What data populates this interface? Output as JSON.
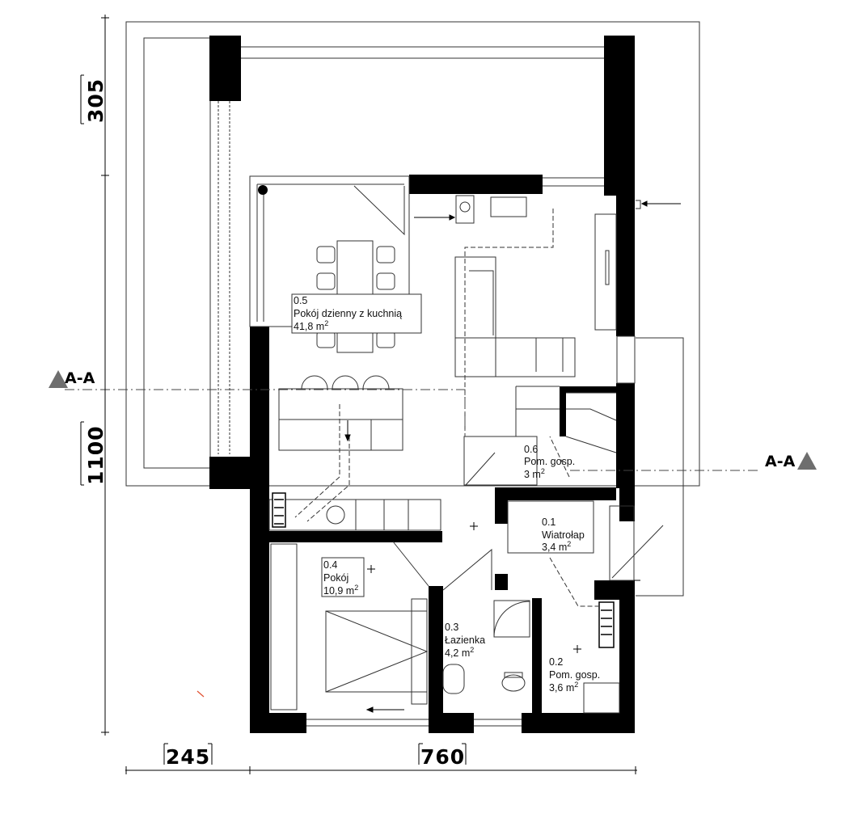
{
  "rooms": [
    {
      "number": "0.5",
      "name": "Pokój dzienny z kuchnią",
      "area": "41,8 m",
      "unit_sup": "2"
    },
    {
      "number": "0.6",
      "name": "Pom. gosp.",
      "area": "3 m",
      "unit_sup": "2"
    },
    {
      "number": "0.1",
      "name": "Wiatrołap",
      "area": "3,4 m",
      "unit_sup": "2"
    },
    {
      "number": "0.4",
      "name": "Pokój",
      "area": "10,9 m",
      "unit_sup": "2"
    },
    {
      "number": "0.3",
      "name": "Łazienka",
      "area": "4,2 m",
      "unit_sup": "2"
    },
    {
      "number": "0.2",
      "name": "Pom. gosp.",
      "area": "3,6 m",
      "unit_sup": "2"
    }
  ],
  "dimensions": {
    "left_top": "305",
    "left_bottom": "1100",
    "bottom_left": "245",
    "bottom_right": "760"
  },
  "section_marker": {
    "label_left": "A-A",
    "label_right": "A-A"
  },
  "colors": {
    "wall": "#000000",
    "line": "#333333",
    "marker": "#6e6e6e",
    "accent": "#e05030"
  }
}
